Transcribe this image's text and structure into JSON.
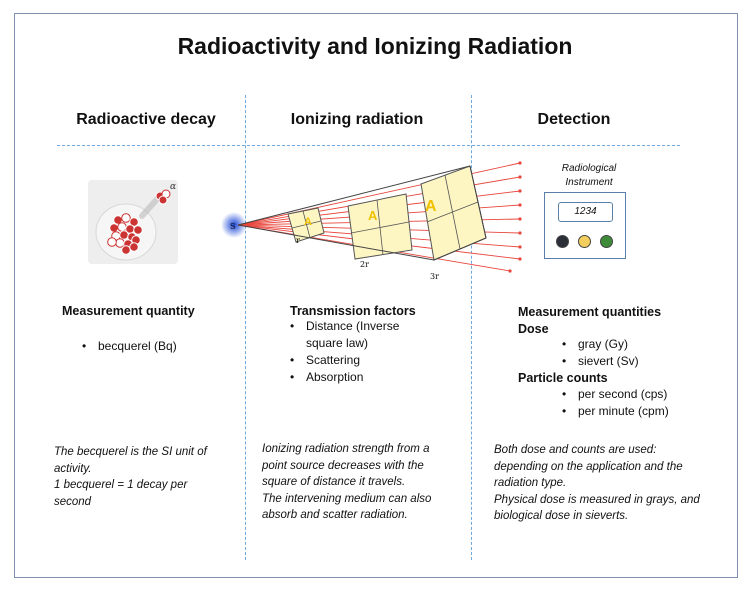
{
  "title": "Radioactivity and Ionizing Radiation",
  "columns": [
    {
      "heading": "Radioactive decay",
      "quantity_heading": "Measurement quantity",
      "bullets": [
        "becquerel (Bq)"
      ],
      "note": [
        "The becquerel is the SI unit of",
        "activity.",
        "1 becquerel = 1 decay per",
        "second"
      ],
      "alpha_label": "α"
    },
    {
      "heading": "Ionizing radiation",
      "quantity_heading": "Transmission factors",
      "bullets": [
        "Distance (Inverse square law)",
        "Scattering",
        "Absorption"
      ],
      "note": [
        "Ionizing radiation strength from a",
        "point source decreases with the",
        "square of distance it travels.",
        "The intervening medium can also",
        "absorb and scatter radiation."
      ],
      "source_label": "S",
      "distance_labels": [
        "r",
        "2r",
        "3r"
      ],
      "area_label": "A"
    },
    {
      "heading": "Detection",
      "instrument_label": "Radiological Instrument",
      "instrument_reading": "1234",
      "quantity_heading": "Measurement quantities",
      "dose_heading": "Dose",
      "dose_bullets": [
        "gray (Gy)",
        "sievert (Sv)"
      ],
      "counts_heading": "Particle counts",
      "counts_bullets": [
        "per second (cps)",
        "per minute (cpm)"
      ],
      "note": [
        "Both dose and counts are used:",
        "depending on the application and the",
        "radiation type.",
        "Physical dose is measured in grays,  and",
        "biological dose in sieverts."
      ]
    }
  ],
  "colors": {
    "frame": "#7f93b0",
    "divider": "#6fa8dc",
    "ray": "#e8453c",
    "patch": "#fdf6c3",
    "instrument_dots": [
      "#2a2f38",
      "#f2cf5c",
      "#3e8b3a"
    ]
  }
}
